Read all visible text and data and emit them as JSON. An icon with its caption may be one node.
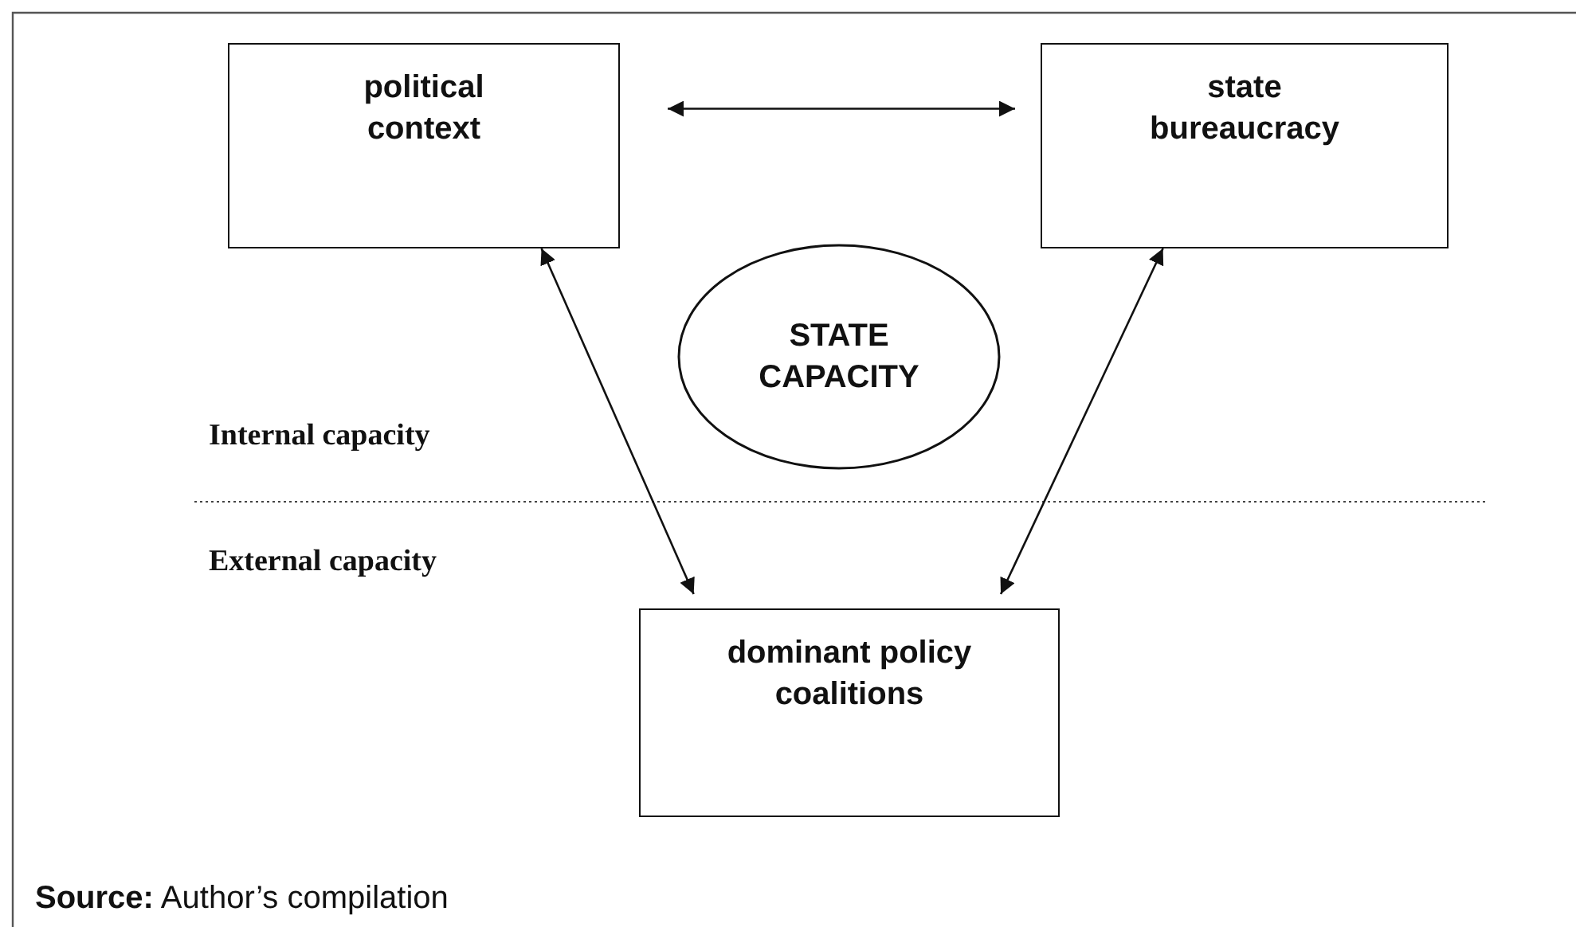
{
  "diagram": {
    "caption": "**Source:** Author’s compilation",
    "nodes": [
      {
        "text": [
          "political context"
        ]
      },
      {
        "text": [
          "state bureaucracy"
        ]
      },
      {
        "text": [
          "STATE CAPACITY"
        ]
      },
      {
        "text": [
          "dominant policy coalitions"
        ]
      }
    ],
    "edges": [
      {
        "from": 0,
        "to": 1,
        "arrow": "both"
      },
      {
        "from": 0,
        "to": 3,
        "arrow": "both"
      },
      {
        "from": 1,
        "to": 3,
        "arrow": "both"
      }
    ],
    "labels": [
      "Internal capacity",
      "External capacity"
    ]
  }
}
